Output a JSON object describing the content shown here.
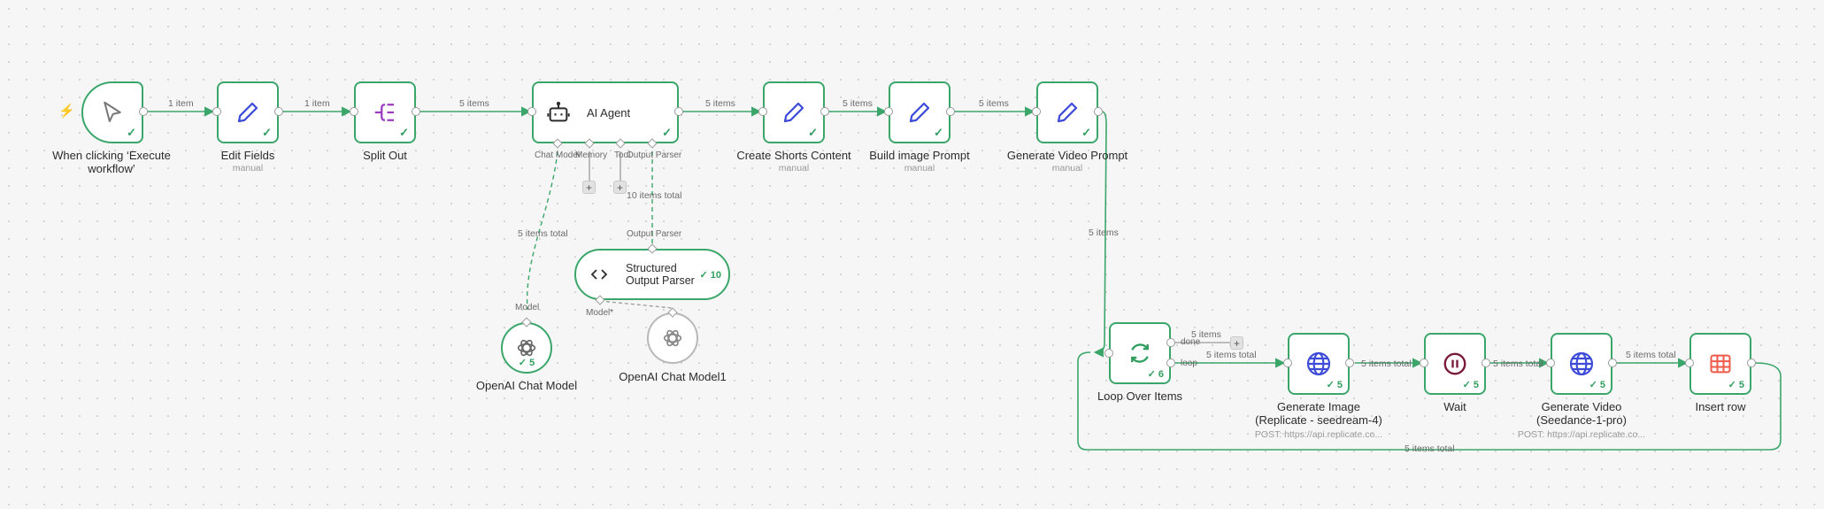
{
  "colors": {
    "success": "#3aa66a",
    "edit_icon": "#3d4bd8",
    "split_icon": "#9b3bc0",
    "globe_icon": "#3d4bd8",
    "wait_icon": "#7a1a3a",
    "table_icon": "#ef5a4a",
    "trigger_bolt": "#f05c4d"
  },
  "nodes": {
    "trigger": {
      "title": "When clicking ‘Execute workflow’",
      "icon": "cursor-icon",
      "check": "✓"
    },
    "edit_fields": {
      "title": "Edit Fields",
      "sub": "manual",
      "icon": "pencil-icon",
      "check": "✓"
    },
    "split_out": {
      "title": "Split Out",
      "icon": "split-icon",
      "check": "✓"
    },
    "ai_agent": {
      "title": "AI Agent",
      "icon": "robot-icon",
      "check": "✓"
    },
    "create_shorts": {
      "title": "Create Shorts Content",
      "sub": "manual",
      "icon": "pencil-icon",
      "check": "✓"
    },
    "build_image": {
      "title": "Build image Prompt",
      "sub": "manual",
      "icon": "pencil-icon",
      "check": "✓"
    },
    "gen_video_prompt": {
      "title": "Generate Video Prompt",
      "sub": "manual",
      "icon": "pencil-icon",
      "check": "✓"
    },
    "parser": {
      "title_line1": "Structured",
      "title_line2": "Output Parser",
      "count": "✓ 10",
      "icon": "code-icon"
    },
    "openai_model": {
      "title": "OpenAI Chat Model",
      "count": "✓ 5",
      "icon": "openai-icon"
    },
    "openai_model1": {
      "title": "OpenAI Chat Model1",
      "icon": "openai-icon"
    },
    "loop": {
      "title": "Loop Over Items",
      "count": "✓ 6",
      "icon": "loop-icon"
    },
    "gen_image": {
      "title_line1": "Generate Image",
      "title_line2": "(Replicate - seedream-4)",
      "sub": "POST: https://api.replicate.co...",
      "count": "✓ 5",
      "icon": "globe-icon"
    },
    "wait": {
      "title": "Wait",
      "count": "✓ 5",
      "icon": "pause-icon"
    },
    "gen_video": {
      "title_line1": "Generate Video",
      "title_line2": "(Seedance-1-pro)",
      "sub": "POST: https://api.replicate.co...",
      "count": "✓ 5",
      "icon": "globe-icon"
    },
    "insert_row": {
      "title": "Insert row",
      "count": "✓ 5",
      "icon": "table-icon"
    }
  },
  "ports": {
    "chat_model": "Chat Model",
    "memory": "Memory",
    "tool": "Tool",
    "output_parser": "Output Parser",
    "parser_input": "Output Parser",
    "model": "Model",
    "model_star": "Model*",
    "model_top": "Model",
    "done": "done",
    "loop": "loop"
  },
  "edges": {
    "e1": "1 item",
    "e2": "1 item",
    "e3": "5 items",
    "e4": "5 items",
    "e5": "5 items",
    "e6": "5 items",
    "down": "5 items",
    "parser_link": "10 items total",
    "model_link": "5 items total",
    "done": "5 items",
    "loop": "5 items total",
    "to_wait": "5 items total",
    "to_video": "5 items total",
    "to_insert": "5 items total",
    "back": "5 items total"
  }
}
